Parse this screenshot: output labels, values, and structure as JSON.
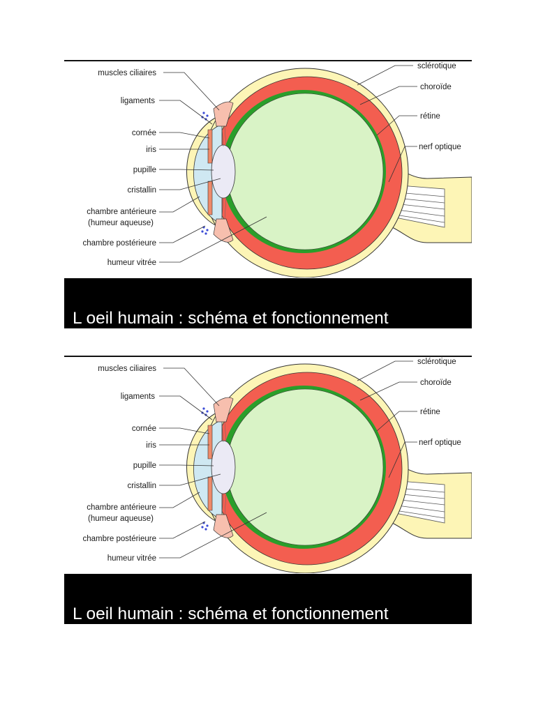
{
  "caption": "L oeil humain : schéma et fonctionnement",
  "labels": {
    "muscles_ciliaires": "muscles ciliaires",
    "ligaments": "ligaments",
    "cornee": "cornée",
    "iris": "iris",
    "pupille": "pupille",
    "cristallin": "cristallin",
    "chambre_anterieure": "chambre antérieure",
    "humeur_aqueuse": "(humeur aqueuse)",
    "chambre_posterieure": "chambre postérieure",
    "humeur_vitree": "humeur vitrée",
    "sclerotique": "sclérotique",
    "choroide": "choroïde",
    "retine": "rétine",
    "nerf_optique": "nerf optique"
  },
  "colors": {
    "sclera": "#fdf5b6",
    "choroid": "#f35e50",
    "retina": "#2a9e2a",
    "vitreous": "#d9f3c6",
    "aqueous": "#cfe8f2",
    "lens": "#ebeaf5",
    "ciliary": "#f7bfae",
    "iris": "#ee8a6a"
  }
}
